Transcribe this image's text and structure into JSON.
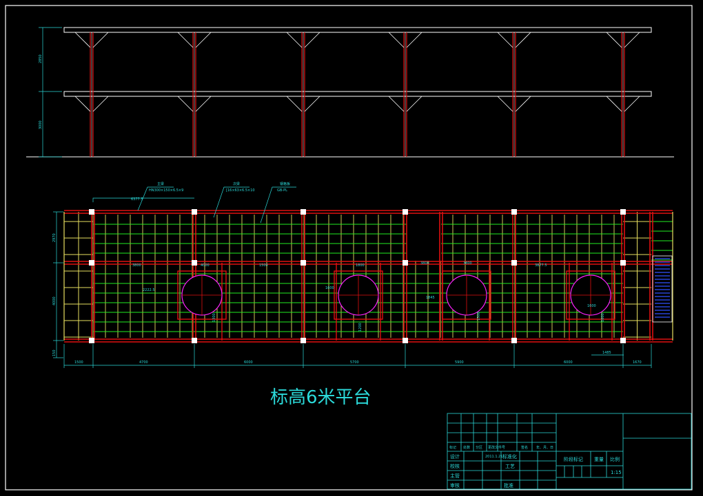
{
  "drawing": {
    "title": "标高6米平台",
    "elevation_top": "2850",
    "elevation_bottom": "3000",
    "callouts": [
      {
        "label": "主梁",
        "spec": "HN300×150×6.5×9"
      },
      {
        "label": "次梁",
        "spec": "[16×63×6.5×10"
      },
      {
        "label": "钢格板",
        "spec": "GB-PL"
      }
    ],
    "plan_heights": [
      "2970",
      "4000",
      "150"
    ],
    "plan_spans": [
      "1500",
      "4700",
      "6000",
      "5700",
      "5900",
      "6000",
      "1670"
    ],
    "inner_dims": [
      "3800",
      "4000",
      "1500",
      "1800",
      "3800",
      "3800",
      "1485",
      "1845",
      "2222.5",
      "1600",
      "3877.5",
      "6377.5"
    ],
    "opening_dims": [
      "1300",
      "1200",
      "1500",
      "1600"
    ],
    "detail_dims": [
      "1485"
    ]
  },
  "title_block": {
    "header_row": [
      "标记",
      "处数",
      "分区",
      "更改文件号",
      "签名",
      "年、月、日"
    ],
    "row_design": {
      "left": "设计",
      "date": "2011.1.21",
      "mid": "标准化"
    },
    "row_check": {
      "left": "校核",
      "mid": "工艺"
    },
    "row_main": {
      "left": "主管"
    },
    "row_audit": {
      "left": "审核",
      "mid": "批准"
    },
    "stage_mark": "阶段标记",
    "weight": "重量",
    "scale_label": "比例",
    "scale_value": "1:15"
  },
  "colors": {
    "background": "#000000",
    "frame": "#ffffff",
    "beam_red": "#e01010",
    "grating_green": "#22ee22",
    "joist_yellow": "#e8e060",
    "opening_magenta": "#ff20ff",
    "dimension_cyan": "#2bd9d9",
    "stair_blue": "#3050ff"
  }
}
